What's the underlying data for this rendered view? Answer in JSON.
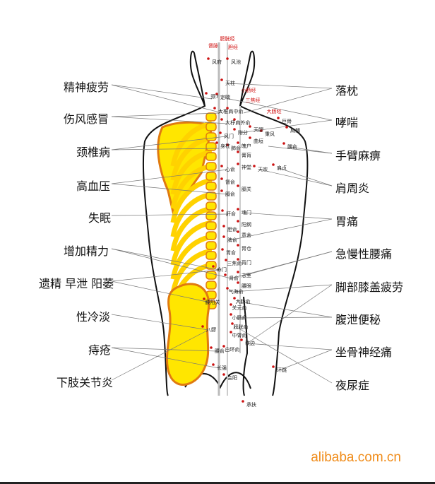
{
  "left_labels": [
    "精神疲劳",
    "伤风感冒",
    "颈椎病",
    "高血压",
    "失眠",
    "增加精力",
    "遗精 早泄 阳萎",
    "性冷淡",
    "痔疮",
    "下肢关节炎"
  ],
  "right_labels": [
    "落枕",
    "哮喘",
    "手臂麻痹",
    "肩周炎",
    "胃痛",
    "急慢性腰痛",
    "脚部膝盖疲劳",
    "腹泄便秘",
    "坐骨神经痛",
    "夜尿症"
  ],
  "meridians": [
    "膀胱经",
    "督脉",
    "胆经",
    "小肠经",
    "三焦经",
    "大肠经"
  ],
  "acupoints": [
    "风府",
    "风池",
    "天柱",
    "颈7",
    "定喘",
    "大椎",
    "肩中俞",
    "巨骨",
    "大杼",
    "肩外俞",
    "天髎",
    "秉风",
    "风门",
    "附分",
    "曲垣",
    "肩髃",
    "身柱",
    "肺俞",
    "魄户",
    "膏肓",
    "臑俞",
    "天宗",
    "肩贞",
    "心俞",
    "神堂",
    "督俞",
    "膈俞",
    "膈关",
    "肝俞",
    "魂门",
    "胆俞",
    "阳纲",
    "脾俞",
    "意舍",
    "胃俞",
    "胃仓",
    "三焦俞",
    "肓门",
    "命门",
    "肾俞",
    "志室",
    "腰眼",
    "气海俞",
    "腰阳关",
    "大肠俞",
    "关元俞",
    "小肠俞",
    "八髎",
    "膀胱俞",
    "中膂俞",
    "秩边",
    "白环俞",
    "腰俞",
    "长强",
    "会阳",
    "环跳",
    "承扶"
  ],
  "watermark": "alibaba.com.cn",
  "colors": {
    "bone": "#ffe600",
    "bone_shadow": "#e07a10",
    "point": "#cc1111",
    "meridian_text": "#d01010"
  }
}
